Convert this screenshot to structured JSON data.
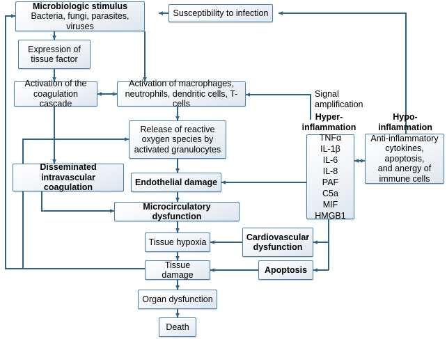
{
  "diagram": {
    "title": "Pathophysiology of sepsis flowchart",
    "colors": {
      "box_border": "#4a7fa8",
      "box_fill_light": "#ffffff",
      "box_fill_dark": "#dde6ef",
      "edge": "#2d6289",
      "text": "#000000",
      "background": "#ffffff"
    },
    "nodes": [
      {
        "id": "microbiologic_stimulus",
        "line1": "Microbiologic stimulus",
        "line2": "Bacteria, fungi, parasites, viruses",
        "bold_line1": true
      },
      {
        "id": "susceptibility",
        "line1": "Susceptibility to infection",
        "bold_line1": false
      },
      {
        "id": "tissue_factor",
        "line1": "Expression of",
        "line2": "tissue factor",
        "bold_line1": false
      },
      {
        "id": "coagulation_cascade",
        "line1": "Activation of the",
        "line2": "coagulation cascade",
        "bold_line1": false
      },
      {
        "id": "activation_macrophages",
        "line1": "Activation of macrophages,",
        "line2": "neutrophils, dendritic cells, T-cells",
        "bold_line1": false
      },
      {
        "id": "reactive_oxygen",
        "line1": "Release of reactive",
        "line2": "oxygen species by",
        "line3": "activated granulocytes",
        "bold_line1": false
      },
      {
        "id": "dic",
        "line1": "Disseminated",
        "line2": "intravascular coagulation",
        "bold_line1": true
      },
      {
        "id": "endothelial_damage",
        "line1": "Endothelial damage",
        "bold_line1": true
      },
      {
        "id": "microcirculatory",
        "line1": "Microcirculatory dysfunction",
        "bold_line1": true
      },
      {
        "id": "tissue_hypoxia",
        "line1": "Tissue hypoxia",
        "bold_line1": false
      },
      {
        "id": "cardiovascular",
        "line1": "Cardiovascular",
        "line2": "dysfunction",
        "bold_line1": true
      },
      {
        "id": "tissue_damage",
        "line1": "Tissue damage",
        "bold_line1": false
      },
      {
        "id": "apoptosis",
        "line1": "Apoptosis",
        "bold_line1": true
      },
      {
        "id": "organ_dysfunction",
        "line1": "Organ dysfunction",
        "bold_line1": false
      },
      {
        "id": "death",
        "line1": "Death",
        "bold_line1": false
      },
      {
        "id": "hypo_box",
        "line1": "Anti-inflammatory",
        "line2": "cytokines, apoptosis,",
        "line3": "and anergy of",
        "line4": "immune cells",
        "bold_line1": false
      }
    ],
    "mediators": {
      "heading_line1": "Hyper-",
      "heading_line2": "inflammation",
      "items": [
        "TNFα",
        "IL-1β",
        "IL-6",
        "IL-8",
        "PAF",
        "C5a",
        "MIF",
        "HMGB1"
      ]
    },
    "hypo_heading": {
      "line1": "Hypo-",
      "line2": "inflammation"
    },
    "signal_label": {
      "line1": "Signal",
      "line2": "amplification"
    }
  }
}
